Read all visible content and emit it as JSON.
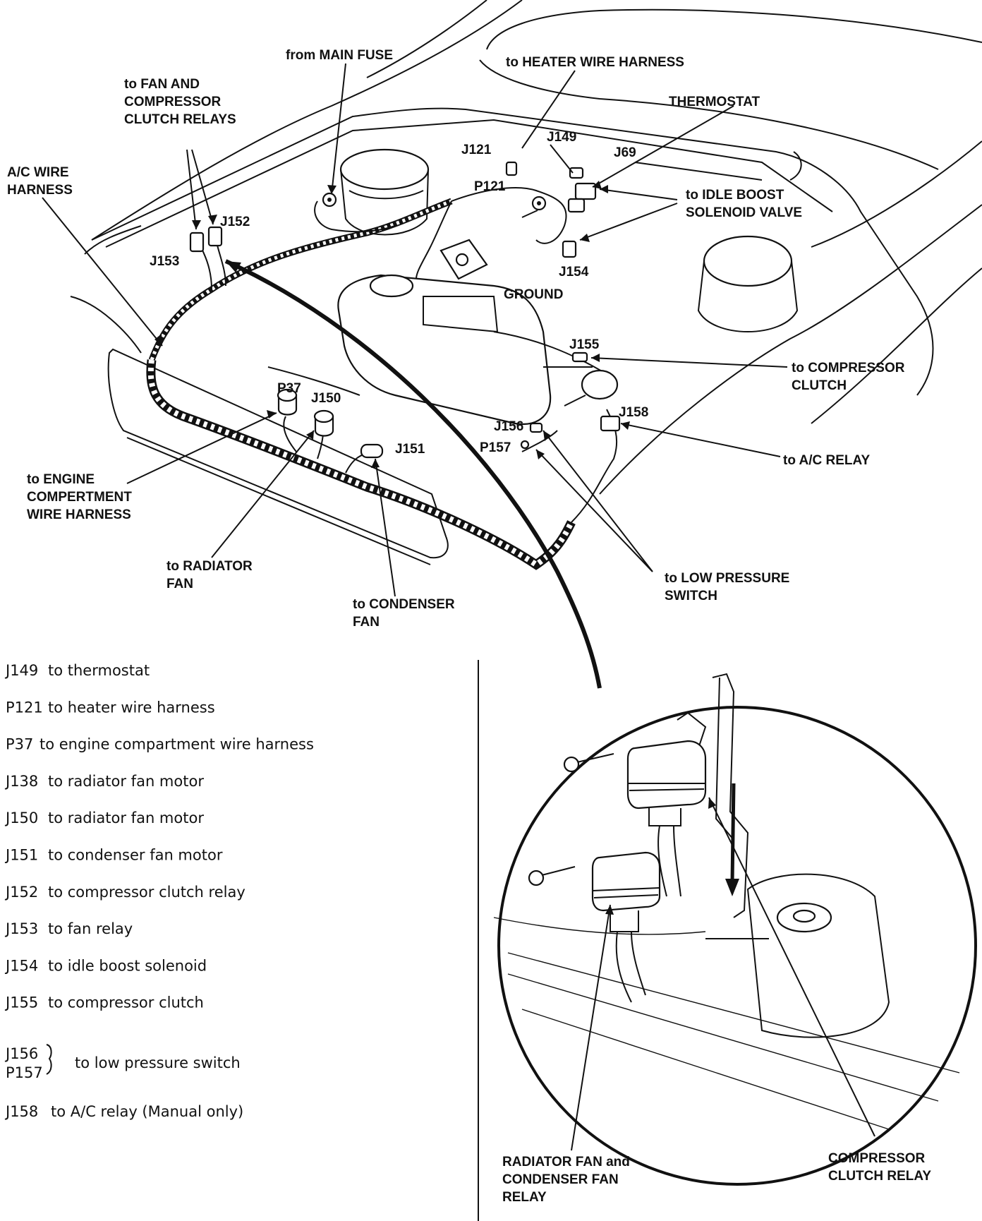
{
  "callouts": {
    "main_fuse": "from MAIN FUSE",
    "heater_harness": "to HEATER WIRE HARNESS",
    "fan_relays_1": "to FAN AND",
    "fan_relays_2": "COMPRESSOR",
    "fan_relays_3": "CLUTCH RELAYS",
    "thermostat": "THERMOSTAT",
    "ac_harness_1": "A/C WIRE",
    "ac_harness_2": "HARNESS",
    "j121": "J121",
    "j149": "J149",
    "j69": "J69",
    "p121": "P121",
    "idle_boost_1": "to IDLE BOOST",
    "idle_boost_2": "SOLENOID VALVE",
    "j152": "J152",
    "j153": "J153",
    "j154": "J154",
    "ground": "GROUND",
    "j155": "J155",
    "compressor_clutch_1": "to COMPRESSOR",
    "compressor_clutch_2": "CLUTCH",
    "p37": "P37",
    "j150": "J150",
    "j158": "J158",
    "j156": "J156",
    "p157": "P157",
    "ac_relay": "to A/C RELAY",
    "j151": "J151",
    "engine_harness_1": "to ENGINE",
    "engine_harness_2": "COMPERTMENT",
    "engine_harness_3": "WIRE HARNESS",
    "radiator_fan_1": "to RADIATOR",
    "radiator_fan_2": "FAN",
    "condenser_fan_1": "to CONDENSER",
    "condenser_fan_2": "FAN",
    "low_pressure_1": "to LOW PRESSURE",
    "low_pressure_2": "SWITCH",
    "rad_relay_1": "RADIATOR FAN and",
    "rad_relay_2": "CONDENSER FAN",
    "rad_relay_3": "RELAY",
    "comp_relay_1": "COMPRESSOR",
    "comp_relay_2": "CLUTCH RELAY"
  },
  "legend": [
    {
      "code": "J149",
      "desc": "to thermostat"
    },
    {
      "code": "P121",
      "desc": "to heater wire harness"
    },
    {
      "code": "P37",
      "desc": "to engine compartment wire harness"
    },
    {
      "code": "J138",
      "desc": "to radiator fan motor"
    },
    {
      "code": "J150",
      "desc": "to radiator fan motor"
    },
    {
      "code": "J151",
      "desc": "to condenser fan motor"
    },
    {
      "code": "J152",
      "desc": "to compressor clutch relay"
    },
    {
      "code": "J153",
      "desc": "to fan relay"
    },
    {
      "code": "J154",
      "desc": "to idle boost solenoid"
    },
    {
      "code": "J155",
      "desc": "to compressor clutch"
    }
  ],
  "legend_group": {
    "code1": "J156",
    "code2": "P157",
    "desc": "to low pressure switch"
  },
  "legend_last": {
    "code": "J158",
    "desc": "to A/C relay (Manual only)"
  }
}
